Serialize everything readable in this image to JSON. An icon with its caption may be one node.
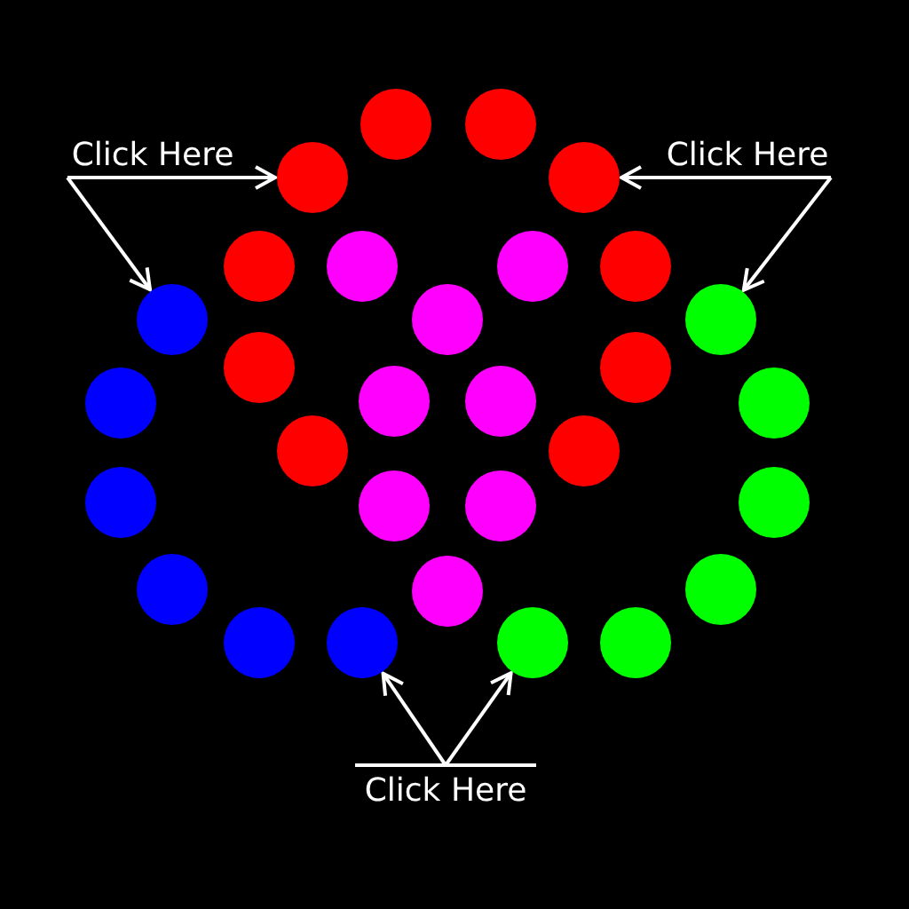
{
  "diagram": {
    "nodes": [
      {
        "text": [
          "Click Here"
        ]
      },
      {
        "text": [],
        "shape": "circle"
      },
      {
        "text": [],
        "shape": "circle"
      },
      {
        "text": [
          "Click Here"
        ]
      },
      {
        "text": [],
        "shape": "circle"
      },
      {
        "text": [],
        "shape": "circle"
      },
      {
        "text": [
          "Click Here"
        ]
      },
      {
        "text": [],
        "shape": "circle"
      },
      {
        "text": [],
        "shape": "circle"
      }
    ],
    "edges": [
      {
        "from": 0,
        "to": 1,
        "arrow": "to"
      },
      {
        "from": 0,
        "to": 2,
        "arrow": "to"
      },
      {
        "from": 3,
        "to": 4,
        "arrow": "to"
      },
      {
        "from": 3,
        "to": 5,
        "arrow": "to"
      },
      {
        "from": 6,
        "to": 7,
        "arrow": "to"
      },
      {
        "from": 6,
        "to": 8,
        "arrow": "to"
      }
    ]
  }
}
